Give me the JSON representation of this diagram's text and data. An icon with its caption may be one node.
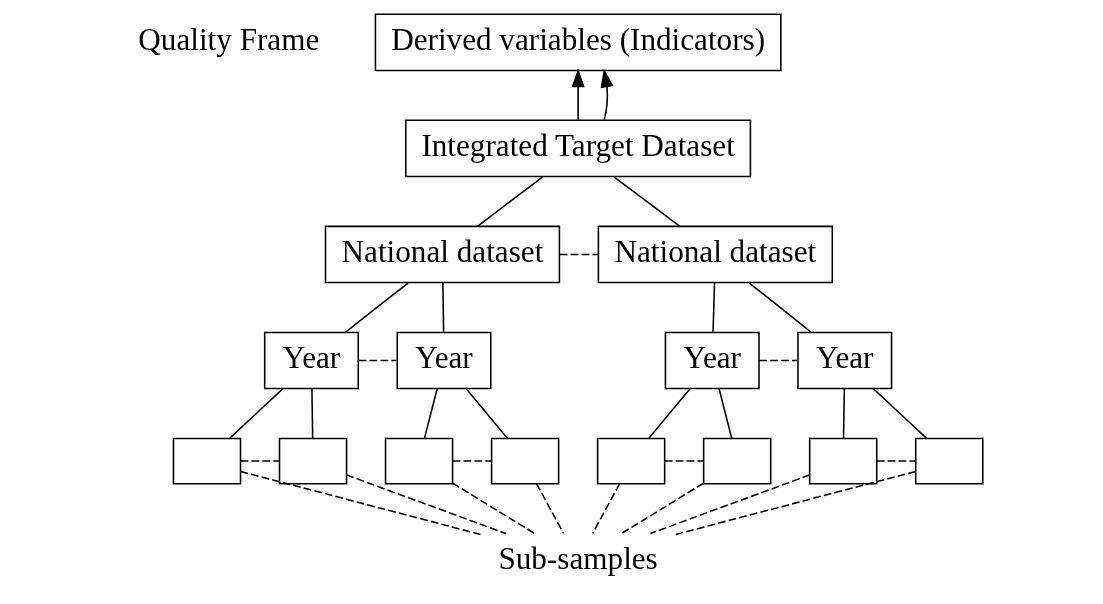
{
  "diagram": {
    "nodes": [
      {
        "text": [
          "Derived variables (Indicators)"
        ]
      },
      {
        "text": [
          "Integrated Target Dataset"
        ]
      },
      {
        "text": [
          "National dataset"
        ]
      },
      {
        "text": [
          "National dataset"
        ]
      },
      {
        "text": [
          "Year"
        ]
      },
      {
        "text": [
          "Year"
        ]
      },
      {
        "text": [
          "Year"
        ]
      },
      {
        "text": [
          "Year"
        ]
      },
      {
        "text": [],
        "shape": "box"
      },
      {
        "text": [],
        "shape": "box"
      },
      {
        "text": [],
        "shape": "box"
      },
      {
        "text": [],
        "shape": "box"
      },
      {
        "text": [],
        "shape": "box"
      },
      {
        "text": [],
        "shape": "box"
      },
      {
        "text": [],
        "shape": "box"
      },
      {
        "text": [],
        "shape": "box"
      },
      {
        "text": [
          "Sub-samples"
        ]
      }
    ],
    "edges": [
      {
        "from": 1,
        "to": 0,
        "arrow": "to"
      },
      {
        "from": 1,
        "to": 0,
        "arrow": "to"
      },
      {
        "from": 1,
        "to": 2,
        "arrow": "none"
      },
      {
        "from": 1,
        "to": 3,
        "arrow": "none"
      },
      {
        "from": 2,
        "to": 3,
        "arrow": "none",
        "style": "dashed"
      },
      {
        "from": 2,
        "to": 4,
        "arrow": "none"
      },
      {
        "from": 2,
        "to": 5,
        "arrow": "none"
      },
      {
        "from": 3,
        "to": 6,
        "arrow": "none"
      },
      {
        "from": 3,
        "to": 7,
        "arrow": "none"
      },
      {
        "from": 4,
        "to": 5,
        "arrow": "none",
        "style": "dashed"
      },
      {
        "from": 6,
        "to": 7,
        "arrow": "none",
        "style": "dashed"
      },
      {
        "from": 4,
        "to": 8,
        "arrow": "none"
      },
      {
        "from": 4,
        "to": 9,
        "arrow": "none"
      },
      {
        "from": 5,
        "to": 10,
        "arrow": "none"
      },
      {
        "from": 5,
        "to": 11,
        "arrow": "none"
      },
      {
        "from": 6,
        "to": 12,
        "arrow": "none"
      },
      {
        "from": 6,
        "to": 13,
        "arrow": "none"
      },
      {
        "from": 7,
        "to": 14,
        "arrow": "none"
      },
      {
        "from": 7,
        "to": 15,
        "arrow": "none"
      },
      {
        "from": 8,
        "to": 9,
        "arrow": "none",
        "style": "dashed"
      },
      {
        "from": 10,
        "to": 11,
        "arrow": "none",
        "style": "dashed"
      },
      {
        "from": 12,
        "to": 13,
        "arrow": "none",
        "style": "dashed"
      },
      {
        "from": 14,
        "to": 15,
        "arrow": "none",
        "style": "dashed"
      },
      {
        "from": 8,
        "to": 16,
        "arrow": "none",
        "style": "dashed"
      },
      {
        "from": 9,
        "to": 16,
        "arrow": "none",
        "style": "dashed"
      },
      {
        "from": 10,
        "to": 16,
        "arrow": "none",
        "style": "dashed"
      },
      {
        "from": 11,
        "to": 16,
        "arrow": "none",
        "style": "dashed"
      },
      {
        "from": 12,
        "to": 16,
        "arrow": "none",
        "style": "dashed"
      },
      {
        "from": 13,
        "to": 16,
        "arrow": "none",
        "style": "dashed"
      },
      {
        "from": 14,
        "to": 16,
        "arrow": "none",
        "style": "dashed"
      },
      {
        "from": 15,
        "to": 16,
        "arrow": "none",
        "style": "dashed"
      }
    ],
    "labels": [
      "Quality Frame"
    ]
  }
}
